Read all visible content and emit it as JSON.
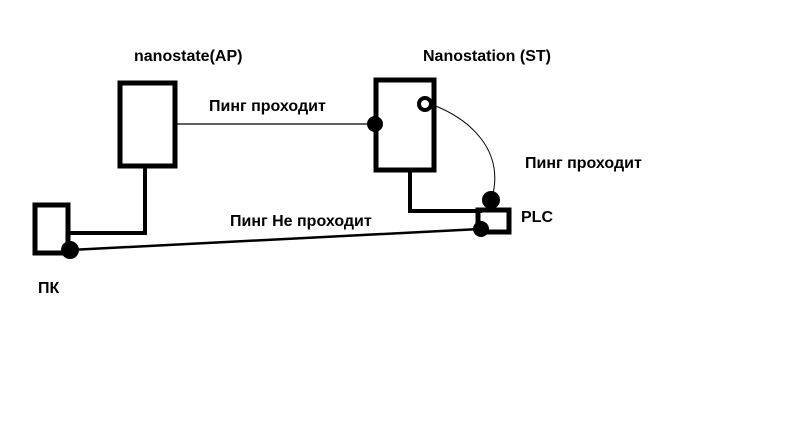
{
  "labels": {
    "ap": "nanostate(AP)",
    "st": "Nanostation (ST)",
    "ping_ap_st": "Пинг проходит",
    "ping_st_plc": "Пинг проходит",
    "ping_pc_plc": "Пинг Не проходит",
    "plc": "PLC",
    "pc": "ПК"
  },
  "colors": {
    "stroke": "#000000",
    "background": "#ffffff"
  }
}
